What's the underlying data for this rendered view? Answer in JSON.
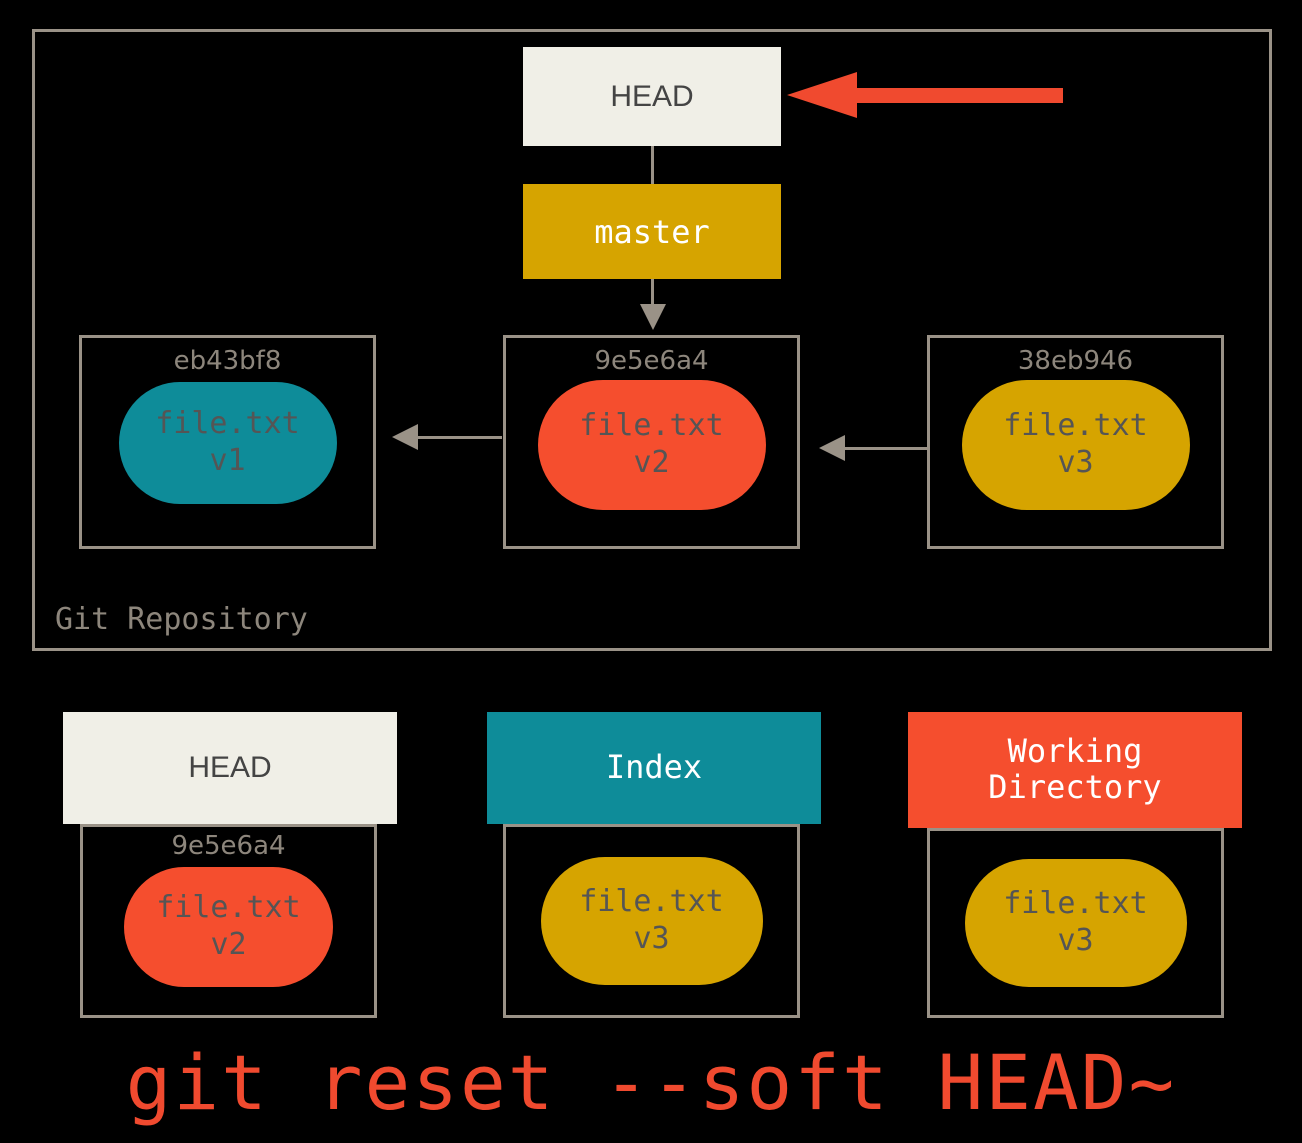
{
  "repository": {
    "label": "Git Repository",
    "head_pointer": {
      "label": "HEAD"
    },
    "branch": {
      "label": "master"
    },
    "red_arrow": {
      "name": "head-moved-indicator",
      "color": "#f04a2f"
    },
    "commits": [
      {
        "hash": "eb43bf8",
        "blob_file": "file.txt",
        "blob_version": "v1",
        "blob_color": "#0e8c99"
      },
      {
        "hash": "9e5e6a4",
        "blob_file": "file.txt",
        "blob_version": "v2",
        "blob_color": "#f54e2e"
      },
      {
        "hash": "38eb946",
        "blob_file": "file.txt",
        "blob_version": "v3",
        "blob_color": "#d6a400"
      }
    ]
  },
  "areas": [
    {
      "header": "HEAD",
      "header_bg": "#f0efe7",
      "hash": "9e5e6a4",
      "blob_file": "file.txt",
      "blob_version": "v2",
      "blob_color": "#f54e2e"
    },
    {
      "header": "Index",
      "header_bg": "#0e8c99",
      "blob_file": "file.txt",
      "blob_version": "v3",
      "blob_color": "#d6a400"
    },
    {
      "header": "Working\nDirectory",
      "header_bg": "#f54e2e",
      "blob_file": "file.txt",
      "blob_version": "v3",
      "blob_color": "#d6a400"
    }
  ],
  "caption": "git reset --soft HEAD~",
  "colors": {
    "frame": "#9a9287",
    "teal": "#0e8c99",
    "orange_red": "#f54e2e",
    "gold": "#d6a400",
    "cream": "#f0efe7",
    "accent_arrow": "#f04a2f",
    "background": "#000000"
  }
}
